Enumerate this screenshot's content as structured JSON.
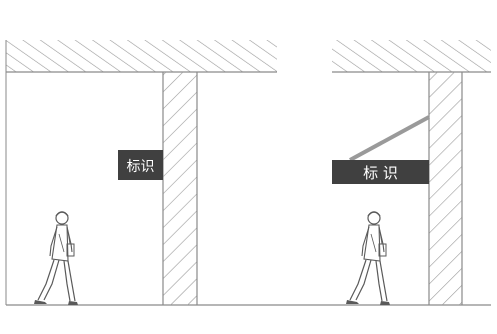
{
  "panels": [
    {
      "id": "left",
      "sign": {
        "label": "标识",
        "style": "wall-mounted"
      }
    },
    {
      "id": "right",
      "sign": {
        "label": "标 识",
        "style": "projecting-with-brace"
      }
    }
  ],
  "colors": {
    "line": "#8a8a8a",
    "hatch": "#9a9a9a",
    "sign_bg": "#404040",
    "sign_text": "#ffffff",
    "brace": "#9a9a9a",
    "figure": "#5a5a5a"
  },
  "icons": [
    "pedestrian-icon"
  ]
}
